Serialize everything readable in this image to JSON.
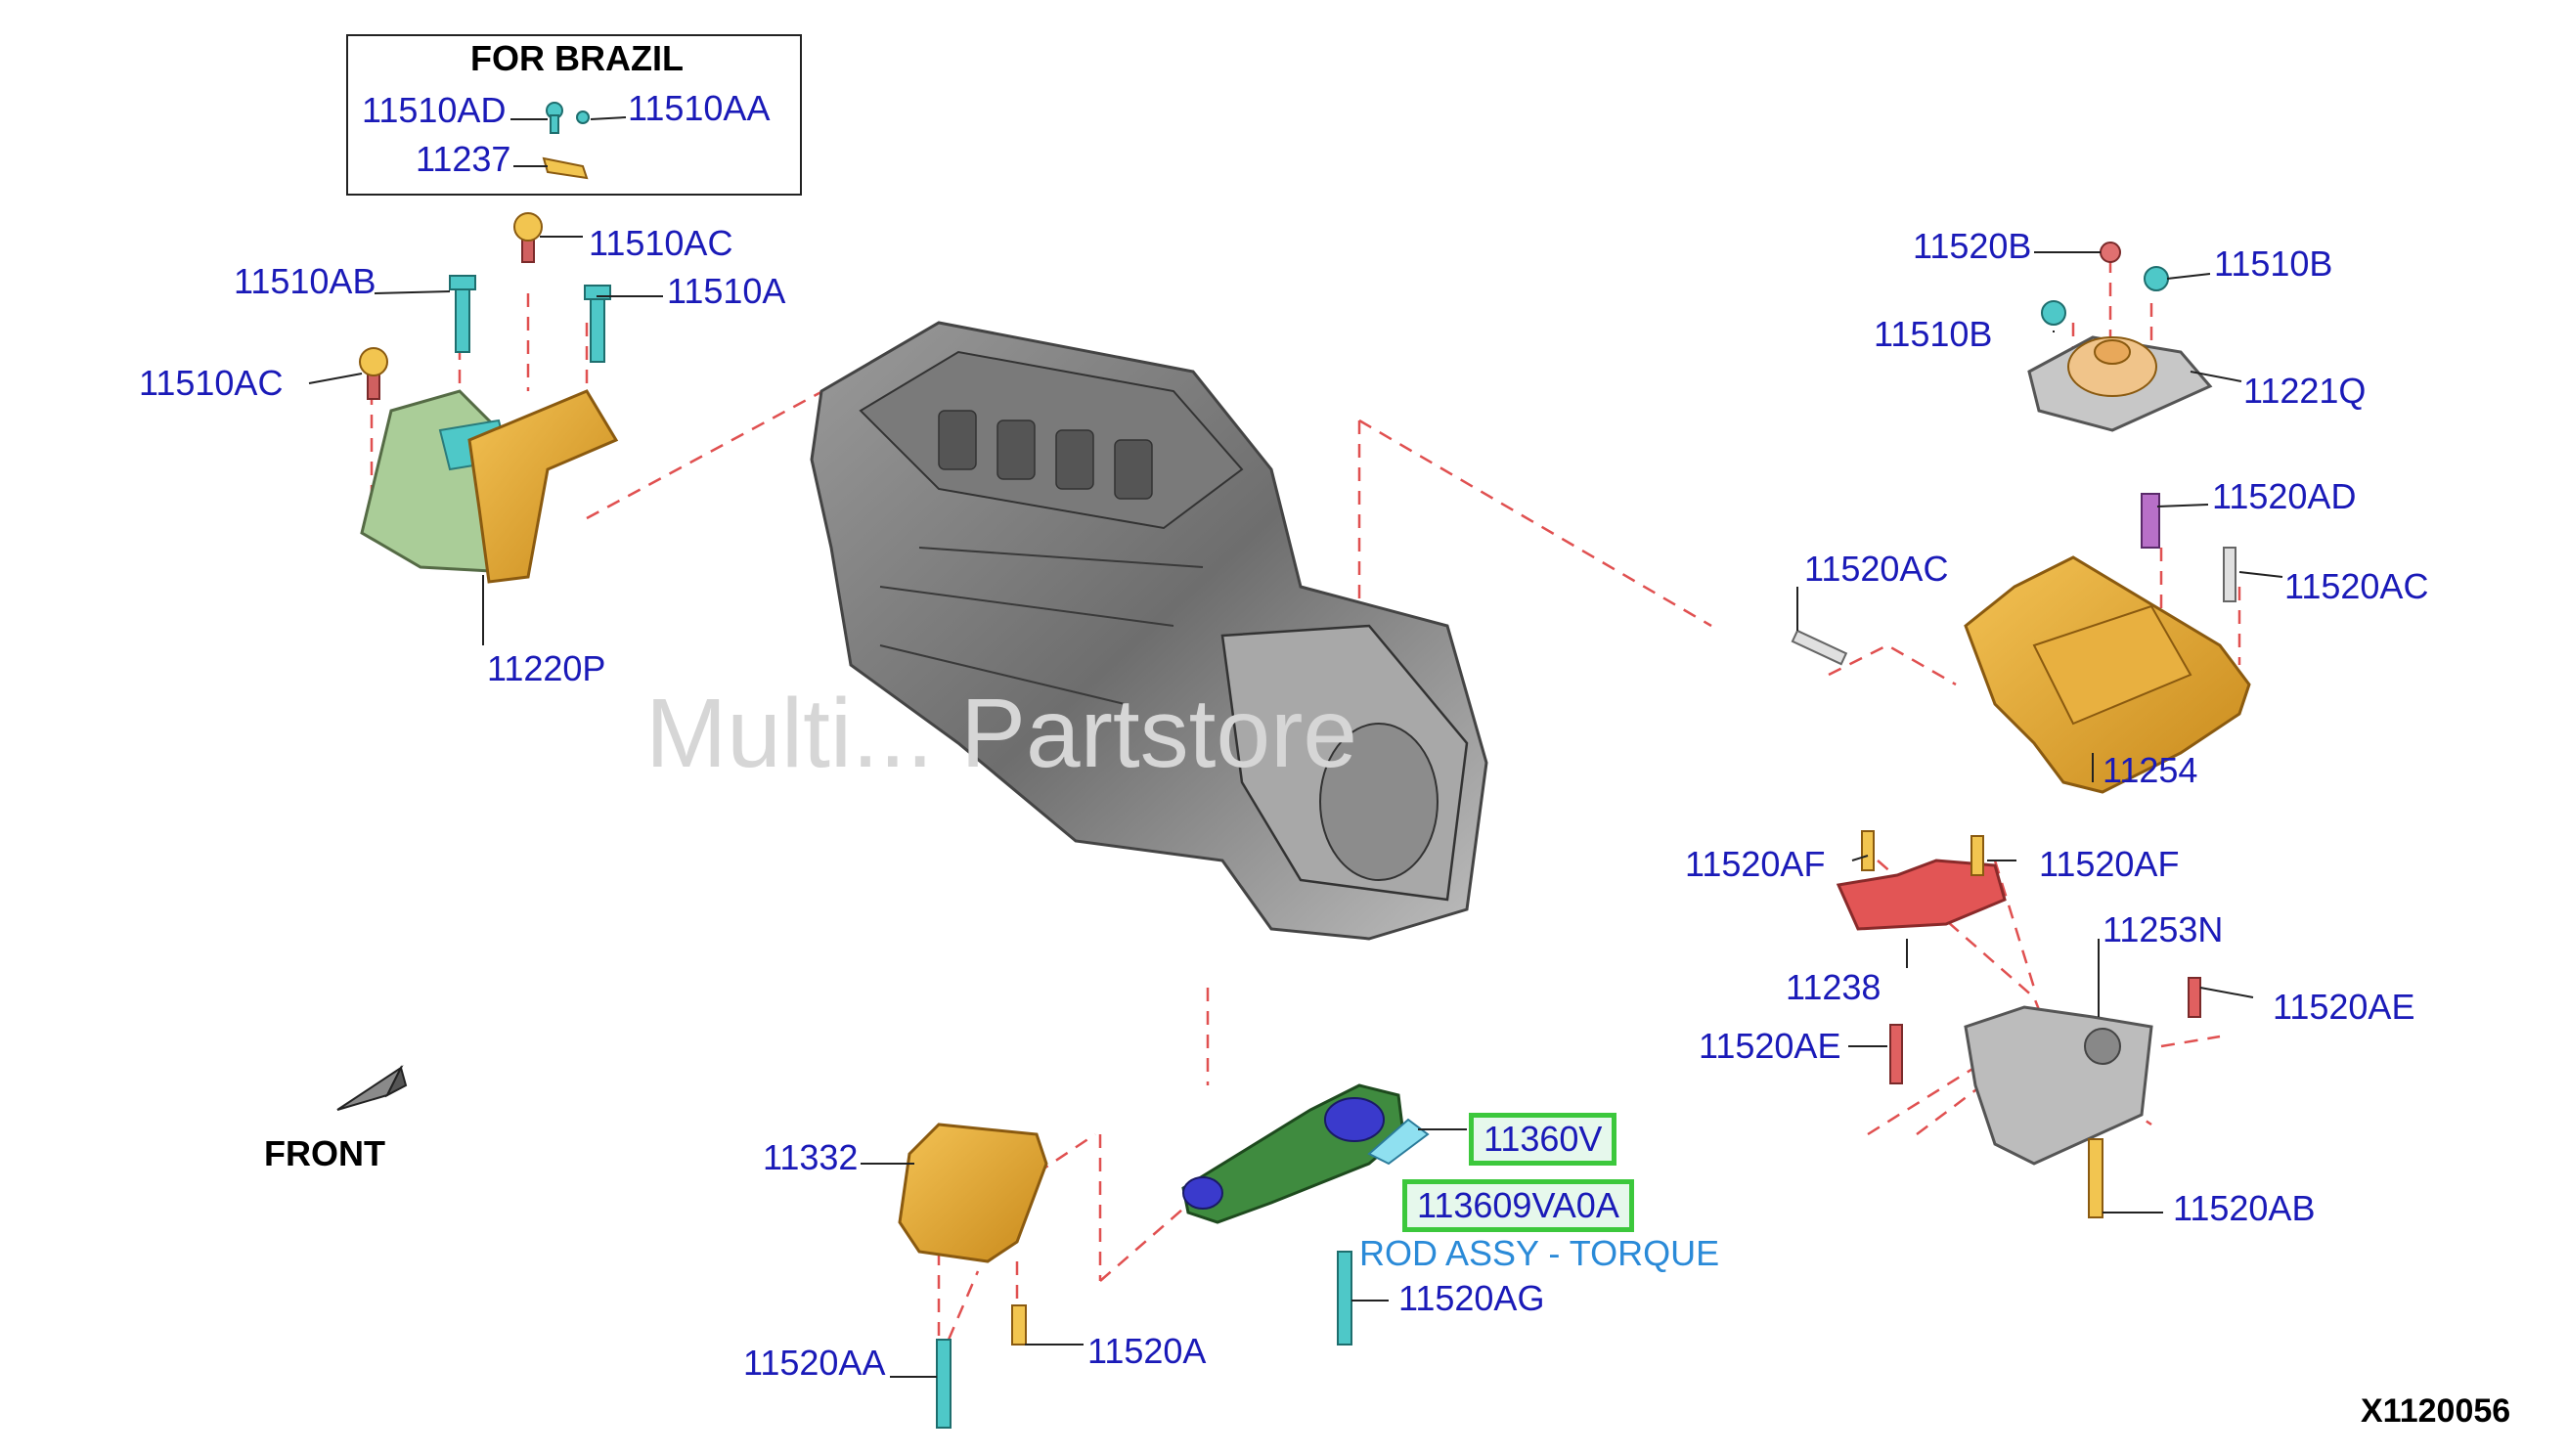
{
  "diagram": {
    "brazil_box_title": "FOR BRAZIL",
    "watermark": "Multi... Partstore",
    "front_label": "FRONT",
    "figure_code": "X1120056",
    "description": "ROD ASSY - TORQUE",
    "labels": {
      "b_11510AD": "11510AD",
      "b_11510AA": "11510AA",
      "b_11237": "11237",
      "l_11510AC_top": "11510AC",
      "l_11510AB": "11510AB",
      "l_11510A": "11510A",
      "l_11510AC_left": "11510AC",
      "l_11220P": "11220P",
      "r_11520B": "11520B",
      "r_11510B_right": "11510B",
      "r_11510B_left": "11510B",
      "r_11221Q": "11221Q",
      "r_11520AD": "11520AD",
      "r_11520AC_left": "11520AC",
      "r_11520AC_right": "11520AC",
      "r_11254": "11254",
      "r_11520AF_left": "11520AF",
      "r_11520AF_right": "11520AF",
      "r_11253N": "11253N",
      "r_11238": "11238",
      "r_11520AE_right": "11520AE",
      "r_11520AE_left": "11520AE",
      "r_11520AB": "11520AB",
      "c_11332": "11332",
      "c_11360V": "11360V",
      "c_113609VA0A": "113609VA0A",
      "c_11520AG": "11520AG",
      "c_11520AA": "11520AA",
      "c_11520A": "11520A"
    }
  }
}
